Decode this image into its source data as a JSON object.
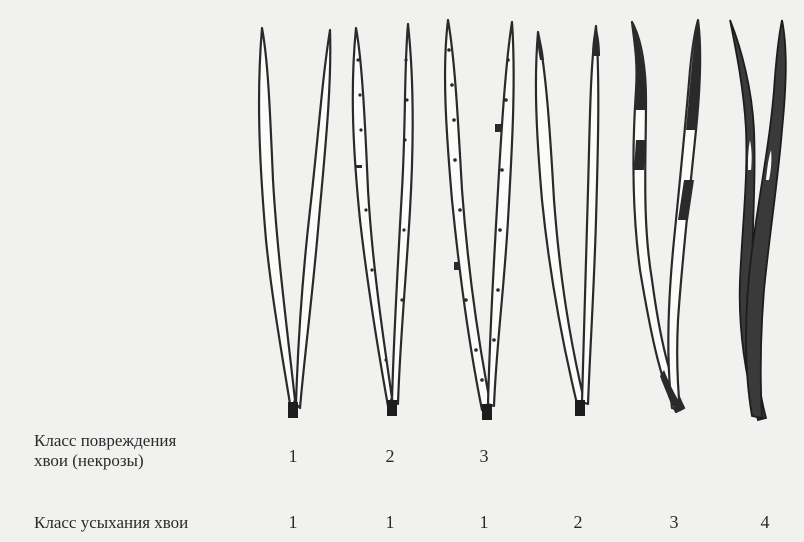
{
  "figure": {
    "row_damage": {
      "label_line1": "Класс повреждения",
      "label_line2": "хвои (некрозы)",
      "values": [
        "1",
        "2",
        "3"
      ]
    },
    "row_drying": {
      "label": "Класс усыхания хвои",
      "values": [
        "1",
        "1",
        "1",
        "2",
        "3",
        "4"
      ]
    }
  }
}
